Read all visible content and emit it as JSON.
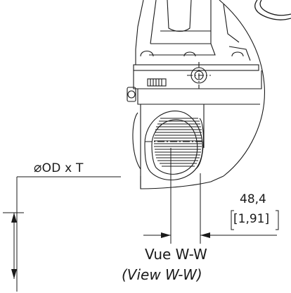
{
  "drawing": {
    "od_label": {
      "symbol": "⌀",
      "text": "OD x T"
    },
    "dimension": {
      "value_mm": "48,4",
      "value_in": "[1,91]"
    },
    "view_title": {
      "french": "Vue W-W",
      "english": "(View W-W)"
    }
  }
}
